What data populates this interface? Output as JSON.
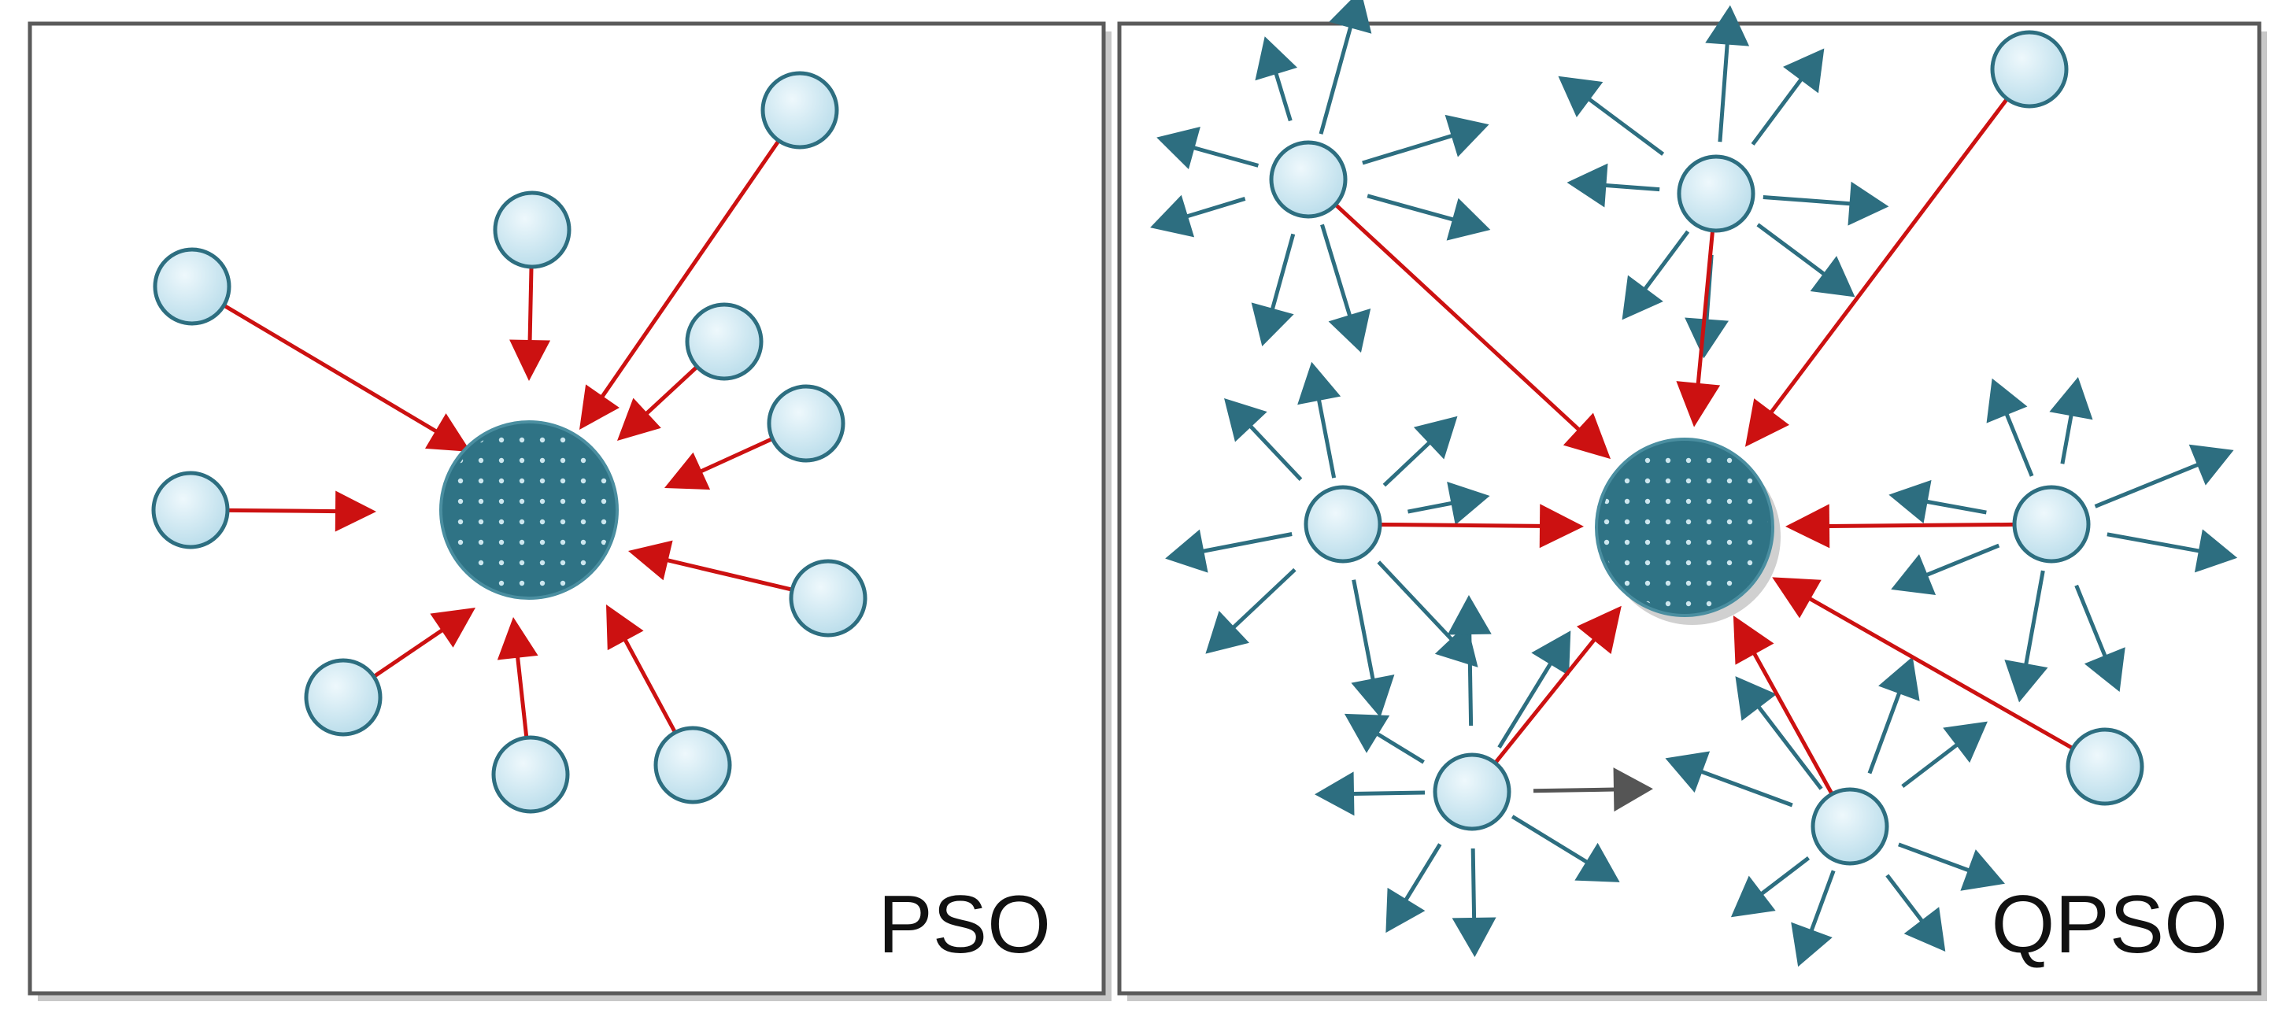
{
  "panels": [
    {
      "id": "pso",
      "label": "PSO"
    },
    {
      "id": "qpso",
      "label": "QPSO"
    }
  ],
  "colors": {
    "panel_border": "#5a5a5a",
    "panel_shadow": "#c8c8c8",
    "particle_fill": "#d2ebf6",
    "particle_stroke": "#2d6e80",
    "center_fill": "#2f7385",
    "dot": "#cde7ef",
    "attraction_arrow": "#cc1111",
    "random_arrow": "#2d6e80",
    "gray_arrow": "#555555"
  },
  "icons": {
    "particle": "light-blue-circle",
    "global_best": "dotted-dark-teal-circle",
    "attraction": "red-arrow",
    "random_move": "teal-arrow"
  }
}
